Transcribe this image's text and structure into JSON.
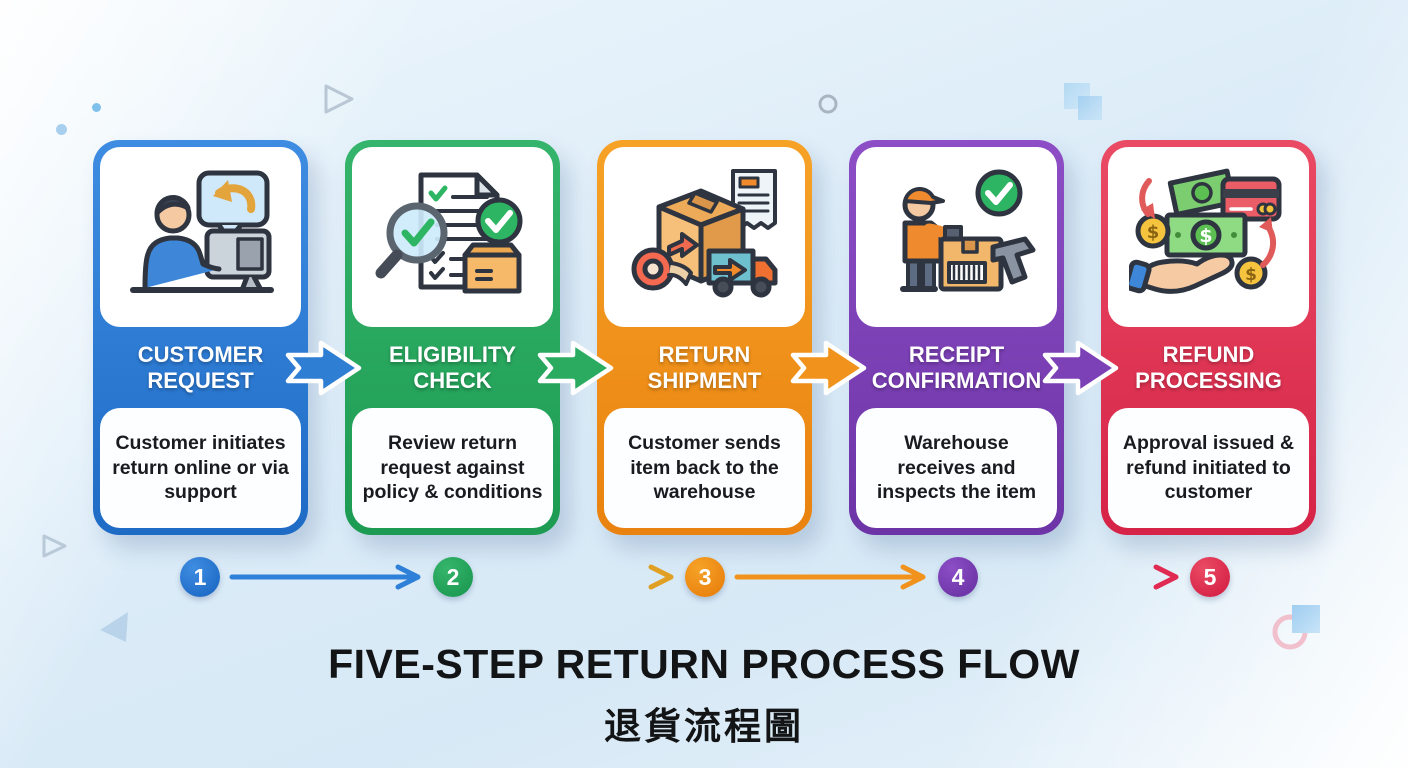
{
  "page": {
    "title_en": "FIVE-STEP RETURN PROCESS FLOW",
    "title_zh": "退貨流程圖",
    "background_color": "#dcecf8",
    "title_color": "#131416"
  },
  "steps": [
    {
      "number": "1",
      "title": "CUSTOMER REQUEST",
      "description": "Customer initiates return online or via support",
      "color": "#2e7fd4",
      "icon": "customer-at-computer-icon"
    },
    {
      "number": "2",
      "title": "ELIGIBILITY CHECK",
      "description": "Review return request against policy & conditions",
      "color": "#27a85b",
      "icon": "document-magnifier-check-icon"
    },
    {
      "number": "3",
      "title": "RETURN SHIPMENT",
      "description": "Customer sends item back to the warehouse",
      "color": "#f0921b",
      "icon": "package-tape-truck-icon"
    },
    {
      "number": "4",
      "title": "RECEIPT CONFIRMATION",
      "description": "Warehouse receives and inspects the item",
      "color": "#7c41b6",
      "icon": "worker-barcode-scan-icon"
    },
    {
      "number": "5",
      "title": "REFUND PROCESSING",
      "description": "Approval issued & refund initiated to customer",
      "color": "#e02f55",
      "icon": "money-card-hand-icon"
    }
  ],
  "timeline": {
    "arrow_colors": [
      {
        "from": "#2f80d9",
        "to": "#2f80d9"
      },
      {
        "from": "#27a85b",
        "to": "#e0a023"
      },
      {
        "from": "#f0921b",
        "to": "#f0921b"
      },
      {
        "from": "#7c41b6",
        "to": "#e02a52"
      }
    ]
  },
  "text_colors": {
    "band_text": "#ffffff",
    "description_text": "#191b1e"
  },
  "decorations": [
    "triangle-outline-top",
    "blue-dot-top-left",
    "small-dot-left",
    "circle-outline-top-center",
    "overlapping-squares-top-right",
    "triangle-outline-bottom-left",
    "filled-triangle-bottom-left",
    "square-and-ring-bottom-right"
  ]
}
